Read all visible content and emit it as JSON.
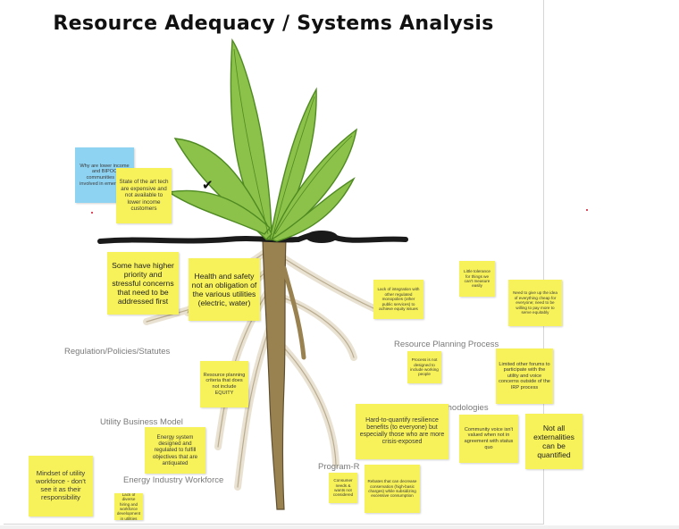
{
  "title": "Resource Adequacy / Systems Analysis",
  "categories": {
    "regulation": "Regulation/Policies/Statutes",
    "utility_model": "Utility Business Model",
    "workforce": "Energy Industry Workforce",
    "resource_planning": "Resource Planning Process",
    "methodologies_partial": "thodologies",
    "program_partial": "Program-R"
  },
  "notes": {
    "lower_income": "Why are lower income and BIPOC communities not involved in emergency",
    "state_of_art": "State of the art tech are expensive and not available to lower income customers",
    "priority": "Some have higher priority and stressful concerns that need to be addressed first",
    "health_safety": "Health and safety not an obligation of the various utilities (electric, water)",
    "integration": "Lack of integration with other regulated monopolies (other public services) to achieve equity issues",
    "little_tolerance": "Little tolerance for things we can't measure easily",
    "give_up_time": "Need to give up the idea of everything cheap for everyone; need to be willing to pay more to serve equitably",
    "not_designed": "Process is not designed to include working people",
    "limited_forums": "Limited other forums to participate with the utility and voice concerns outside of the IRP process",
    "planning_criteria": "Resource planning criteria that does not include EQUITY",
    "hard_to_quantify": "Hard-to-quantify resilience benefits (to everyone) but especially those who are more crisis-exposed",
    "community_voice": "Community voice isn't valued when not in agreement with status quo",
    "externalities": "Not all externalities can be quantified",
    "energy_system": "Energy system designed and regulated to fulfill objectives that are antiquated",
    "mindset": "Mindset of utility workforce - don't see it as their responsibility",
    "consumer": "Consumer needs & wants not considered",
    "rebates": "Rebates that can decrease conservation (high-basic charges) while subsidizing excessive consumption",
    "bottom_tiny": "Lack of diverse hiring and workforce development in utilities"
  },
  "colors": {
    "sticky": "#f7f25a",
    "sticky_blue": "#8ed3f2",
    "leaf": "#8cc24a",
    "leaf_dark": "#4f8a22",
    "root": "#9a8250",
    "root_pale": "#e9e2d2",
    "soil": "#1a1a1a"
  },
  "icons": {
    "checkmark": "check-icon"
  }
}
